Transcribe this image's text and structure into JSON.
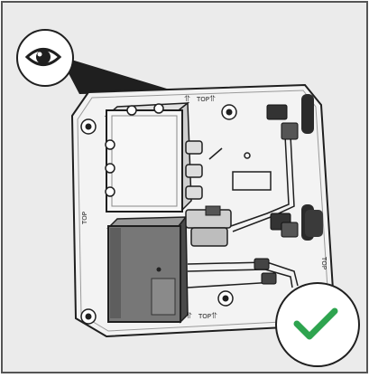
{
  "panel": {
    "top_mark": "TOP",
    "bottom_mark": "TOP",
    "left_mark": "TOP",
    "right_mark": "TOP"
  },
  "indicators": {
    "view": {
      "icon": "eye-icon"
    },
    "status": {
      "icon": "check-icon",
      "state": "correct",
      "color": "#2ea44f"
    }
  },
  "colors": {
    "frame_bg": "#ebebeb",
    "frame_border": "#555555",
    "plate": "#f2f2f2",
    "outline": "#1f1f1f",
    "pump": "#777777",
    "pump_dark": "#4a4a4a"
  }
}
